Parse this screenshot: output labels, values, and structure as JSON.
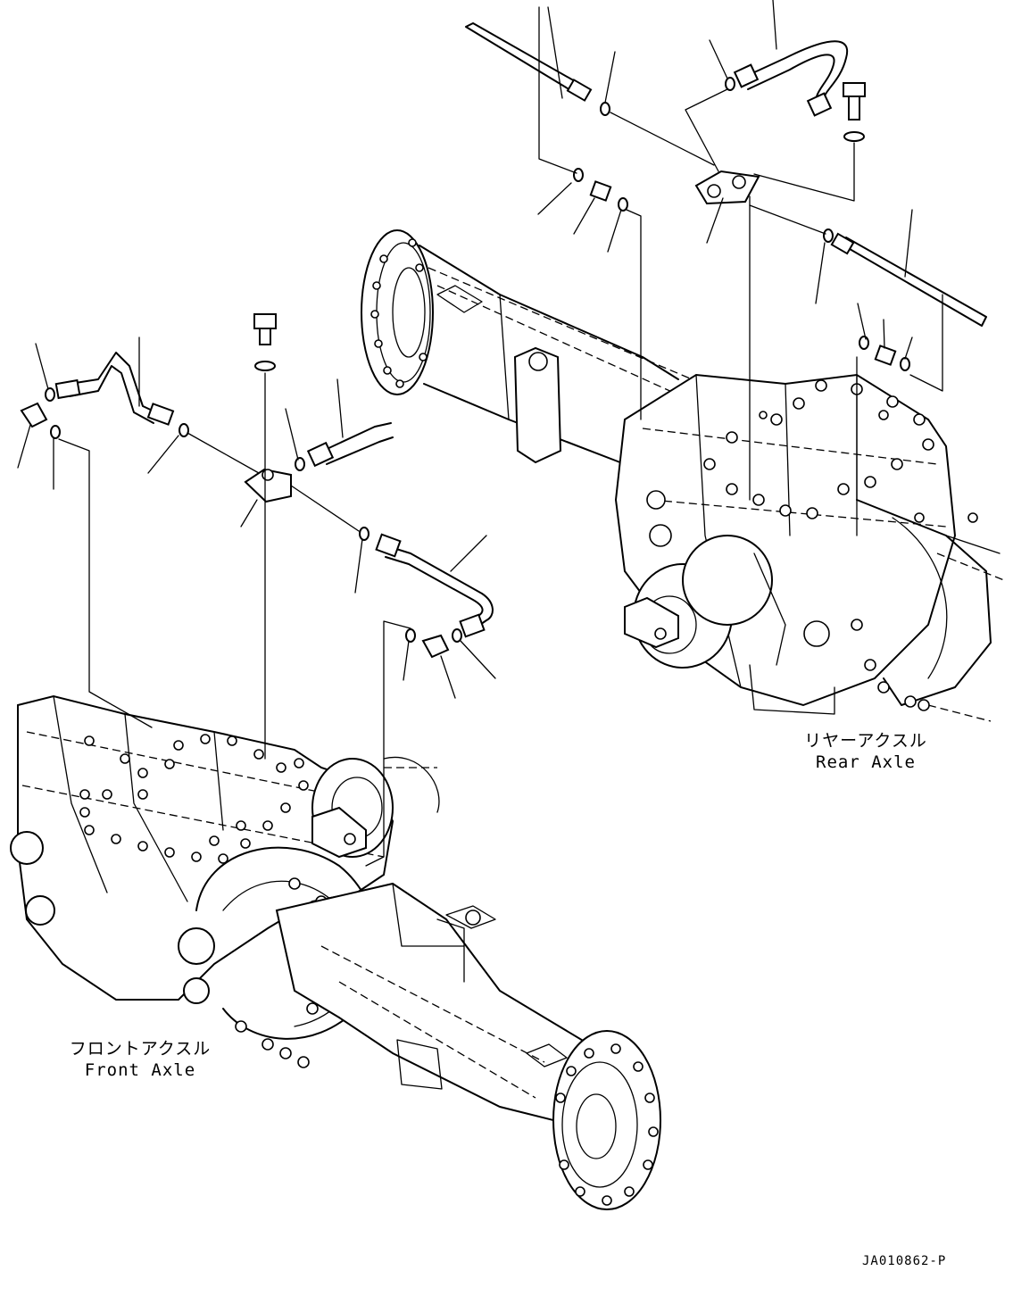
{
  "labels": {
    "rear_axle_jp": "リヤーアクスル",
    "rear_axle_en": "Rear Axle",
    "front_axle_jp": "フロントアクスル",
    "front_axle_en": "Front Axle",
    "drawing_code": "JA010862-P"
  }
}
